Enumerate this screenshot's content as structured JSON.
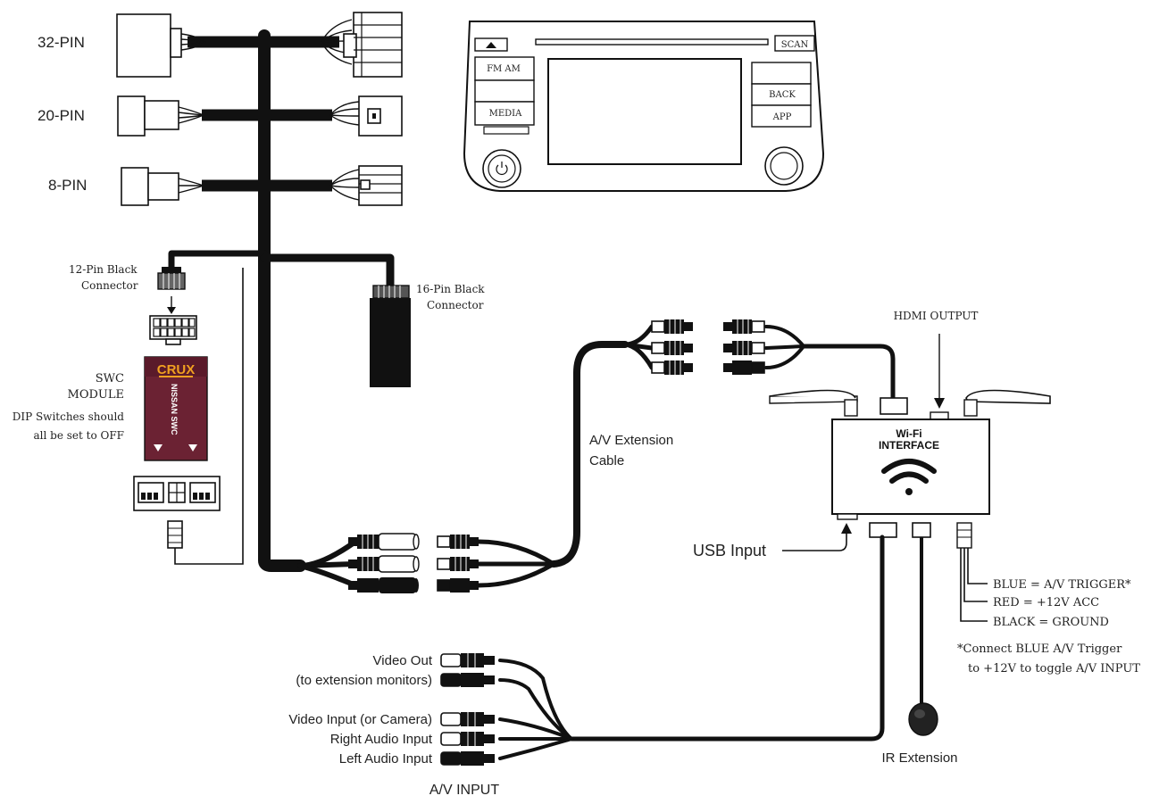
{
  "harness": {
    "pin32": "32-PIN",
    "pin20": "20-PIN",
    "pin8": "8-PIN"
  },
  "connectors": {
    "pin12_line1": "12-Pin Black",
    "pin12_line2": "Connector",
    "pin16_line1": "16-Pin Black",
    "pin16_line2": "Connector"
  },
  "radio": {
    "scan": "SCAN",
    "fm_am": "FM AM",
    "media": "MEDIA",
    "back": "BACK",
    "app": "APP"
  },
  "swc": {
    "line1": "SWC",
    "line2": "MODULE",
    "line3": "DIP Switches should",
    "line4": "all be set to OFF",
    "brand": "CRUX",
    "model": "NISSAN SWC"
  },
  "interface": {
    "line1": "Wi-Fi",
    "line2": "INTERFACE",
    "hdmi": "HDMI OUTPUT",
    "usb": "USB Input"
  },
  "av_extension": {
    "line1": "A/V Extension",
    "line2": "Cable"
  },
  "power": {
    "blue": "BLUE = A/V TRIGGER*",
    "red": "RED = +12V ACC",
    "black": "BLACK = GROUND",
    "note1": "*Connect BLUE A/V Trigger",
    "note2": "to +12V to toggle A/V INPUT"
  },
  "av_input": {
    "video_out": "Video Out",
    "video_out_note": "(to extension monitors)",
    "video_in": "Video Input (or Camera)",
    "right_audio": "Right Audio Input",
    "left_audio": "Left Audio Input",
    "title": "A/V INPUT",
    "ir": "IR Extension"
  }
}
